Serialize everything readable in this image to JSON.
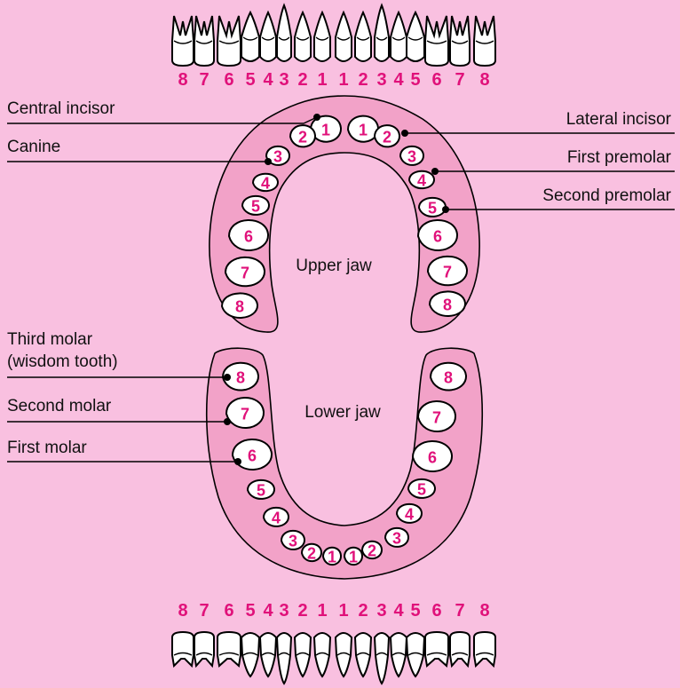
{
  "colors": {
    "background": "#f9c0e0",
    "gum": "#f2a2c8",
    "number": "#e0117a",
    "tooth": "#ffffff"
  },
  "top_row_numbers": [
    "8",
    "7",
    "6",
    "5",
    "4",
    "3",
    "2",
    "1",
    "1",
    "2",
    "3",
    "4",
    "5",
    "6",
    "7",
    "8"
  ],
  "bottom_row_numbers": [
    "8",
    "7",
    "6",
    "5",
    "4",
    "3",
    "2",
    "1",
    "1",
    "2",
    "3",
    "4",
    "5",
    "6",
    "7",
    "8"
  ],
  "upper_jaw": {
    "title": "Upper jaw",
    "left_numbers": [
      "1",
      "2",
      "3",
      "4",
      "5",
      "6",
      "7",
      "8"
    ],
    "right_numbers": [
      "1",
      "2",
      "3",
      "4",
      "5",
      "6",
      "7",
      "8"
    ]
  },
  "lower_jaw": {
    "title": "Lower jaw",
    "left_numbers": [
      "8",
      "7",
      "6",
      "5",
      "4",
      "3",
      "2",
      "1"
    ],
    "right_numbers": [
      "8",
      "7",
      "6",
      "5",
      "4",
      "3",
      "2",
      "1"
    ]
  },
  "labels": {
    "central_incisor": "Central incisor",
    "canine": "Canine",
    "lateral_incisor": "Lateral incisor",
    "first_premolar": "First premolar",
    "second_premolar": "Second premolar",
    "third_molar_line1": "Third molar",
    "third_molar_line2": "(wisdom tooth)",
    "second_molar": "Second molar",
    "first_molar": "First molar"
  }
}
